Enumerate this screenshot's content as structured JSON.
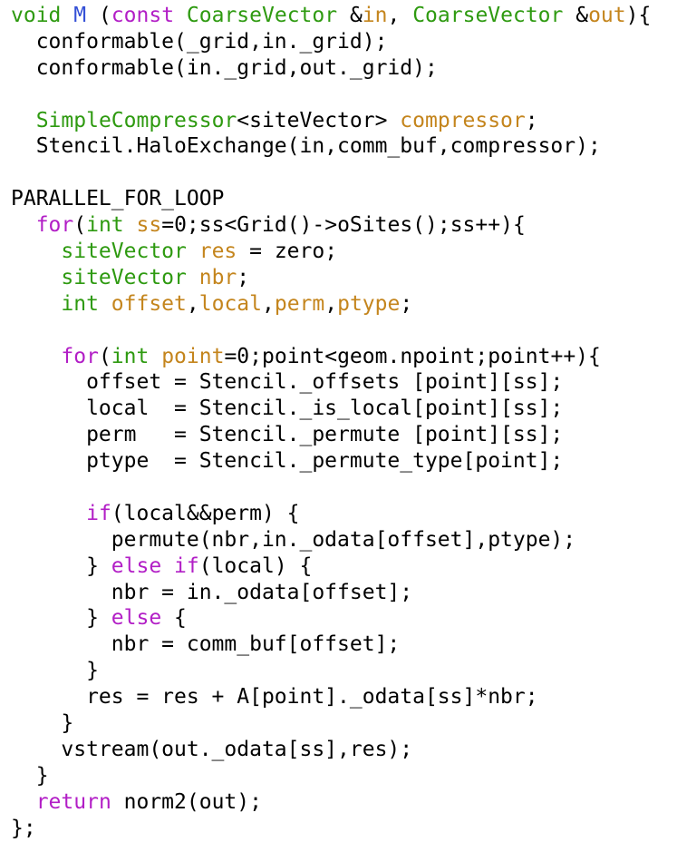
{
  "colors": {
    "background": "#ffffff",
    "plain": "#000000",
    "keyword": "#b21ec6",
    "type": "#2e9a10",
    "variable": "#c4851d",
    "function": "#3450d6"
  },
  "code": {
    "lines": [
      [
        [
          "void",
          "type"
        ],
        [
          " ",
          "plain"
        ],
        [
          "M",
          "function"
        ],
        [
          " (",
          "plain"
        ],
        [
          "const",
          "keyword"
        ],
        [
          " ",
          "plain"
        ],
        [
          "CoarseVector",
          "type"
        ],
        [
          " &",
          "plain"
        ],
        [
          "in",
          "variable"
        ],
        [
          ", ",
          "plain"
        ],
        [
          "CoarseVector",
          "type"
        ],
        [
          " &",
          "plain"
        ],
        [
          "out",
          "variable"
        ],
        [
          "){",
          "plain"
        ]
      ],
      [
        [
          "  conformable(_grid,in._grid);",
          "plain"
        ]
      ],
      [
        [
          "  conformable(in._grid,out._grid);",
          "plain"
        ]
      ],
      [
        [
          "",
          "plain"
        ]
      ],
      [
        [
          "  ",
          "plain"
        ],
        [
          "SimpleCompressor",
          "type"
        ],
        [
          "<siteVector> ",
          "plain"
        ],
        [
          "compressor",
          "variable"
        ],
        [
          ";",
          "plain"
        ]
      ],
      [
        [
          "  Stencil.HaloExchange(in,comm_buf,compressor);",
          "plain"
        ]
      ],
      [
        [
          "",
          "plain"
        ]
      ],
      [
        [
          "PARALLEL_FOR_LOOP",
          "plain"
        ]
      ],
      [
        [
          "  ",
          "plain"
        ],
        [
          "for",
          "keyword"
        ],
        [
          "(",
          "plain"
        ],
        [
          "int",
          "type"
        ],
        [
          " ",
          "plain"
        ],
        [
          "ss",
          "variable"
        ],
        [
          "=0;ss<Grid()->oSites();ss++){",
          "plain"
        ]
      ],
      [
        [
          "    ",
          "plain"
        ],
        [
          "siteVector",
          "type"
        ],
        [
          " ",
          "plain"
        ],
        [
          "res",
          "variable"
        ],
        [
          " = zero;",
          "plain"
        ]
      ],
      [
        [
          "    ",
          "plain"
        ],
        [
          "siteVector",
          "type"
        ],
        [
          " ",
          "plain"
        ],
        [
          "nbr",
          "variable"
        ],
        [
          ";",
          "plain"
        ]
      ],
      [
        [
          "    ",
          "plain"
        ],
        [
          "int",
          "type"
        ],
        [
          " ",
          "plain"
        ],
        [
          "offset",
          "variable"
        ],
        [
          ",",
          "plain"
        ],
        [
          "local",
          "variable"
        ],
        [
          ",",
          "plain"
        ],
        [
          "perm",
          "variable"
        ],
        [
          ",",
          "plain"
        ],
        [
          "ptype",
          "variable"
        ],
        [
          ";",
          "plain"
        ]
      ],
      [
        [
          "",
          "plain"
        ]
      ],
      [
        [
          "    ",
          "plain"
        ],
        [
          "for",
          "keyword"
        ],
        [
          "(",
          "plain"
        ],
        [
          "int",
          "type"
        ],
        [
          " ",
          "plain"
        ],
        [
          "point",
          "variable"
        ],
        [
          "=0;point<geom.npoint;point++){",
          "plain"
        ]
      ],
      [
        [
          "      offset = Stencil._offsets [point][ss];",
          "plain"
        ]
      ],
      [
        [
          "      local  = Stencil._is_local[point][ss];",
          "plain"
        ]
      ],
      [
        [
          "      perm   = Stencil._permute [point][ss];",
          "plain"
        ]
      ],
      [
        [
          "      ptype  = Stencil._permute_type[point];",
          "plain"
        ]
      ],
      [
        [
          "",
          "plain"
        ]
      ],
      [
        [
          "      ",
          "plain"
        ],
        [
          "if",
          "keyword"
        ],
        [
          "(local&&perm) {",
          "plain"
        ]
      ],
      [
        [
          "        permute(nbr,in._odata[offset],ptype);",
          "plain"
        ]
      ],
      [
        [
          "      } ",
          "plain"
        ],
        [
          "else",
          "keyword"
        ],
        [
          " ",
          "plain"
        ],
        [
          "if",
          "keyword"
        ],
        [
          "(local) {",
          "plain"
        ]
      ],
      [
        [
          "        nbr = in._odata[offset];",
          "plain"
        ]
      ],
      [
        [
          "      } ",
          "plain"
        ],
        [
          "else",
          "keyword"
        ],
        [
          " {",
          "plain"
        ]
      ],
      [
        [
          "        nbr = comm_buf[offset];",
          "plain"
        ]
      ],
      [
        [
          "      }",
          "plain"
        ]
      ],
      [
        [
          "      res = res + A[point]._odata[ss]*nbr;",
          "plain"
        ]
      ],
      [
        [
          "    }",
          "plain"
        ]
      ],
      [
        [
          "    vstream(out._odata[ss],res);",
          "plain"
        ]
      ],
      [
        [
          "  }",
          "plain"
        ]
      ],
      [
        [
          "  ",
          "plain"
        ],
        [
          "return",
          "keyword"
        ],
        [
          " norm2(out);",
          "plain"
        ]
      ],
      [
        [
          "};",
          "plain"
        ]
      ]
    ]
  }
}
